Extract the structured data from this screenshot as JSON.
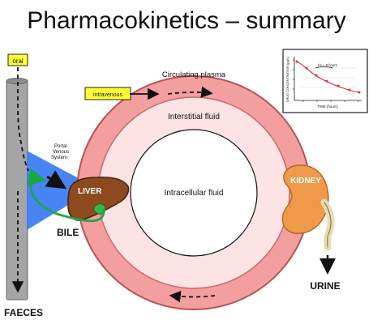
{
  "title": "Pharmacokinetics – summary",
  "labels": {
    "oral": "oral",
    "intravenous": "intravenous",
    "circulating_plasma": "Circulating plasma",
    "interstitial_fluid": "Interstitial fluid",
    "intracellular_fluid": "Intracellular fluid",
    "portal_line1": "Portal",
    "portal_line2": "Venous",
    "portal_line3": "System",
    "liver": "LIVER",
    "bile": "BILE",
    "kidney": "KIDNEY",
    "urine": "URINE",
    "faeces": "FAECES"
  },
  "inset": {
    "ylabel": "DRUG CONCENTRATION (µg/L)",
    "xlabel": "TIME (hours)",
    "annotation": "t½ = 8 hours"
  },
  "colors": {
    "ring": "#f39e9f",
    "ring_stroke": "#b55456",
    "interstitial": "#fde3e4",
    "gut_tube": "#a5a5a5",
    "portal_wedge": "#3d7ef6",
    "liver": "#8c4a1e",
    "kidney": "#ef9a4a",
    "callout_fill": "#ffff33"
  }
}
